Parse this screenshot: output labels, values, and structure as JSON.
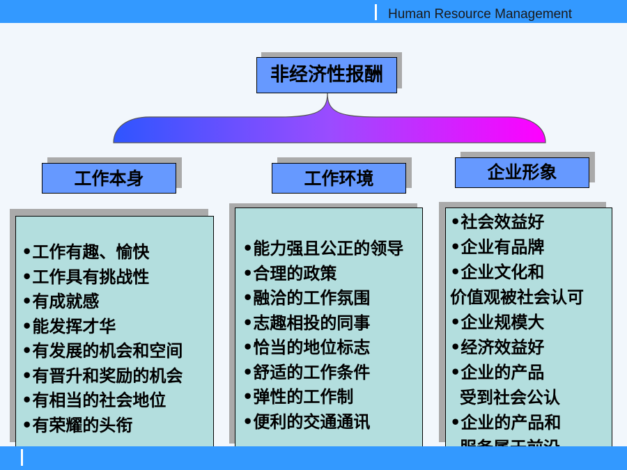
{
  "header": {
    "title": "Human Resource Management"
  },
  "root": {
    "label": "非经济性报酬"
  },
  "categories": [
    {
      "label": "工作本身",
      "items": [
        "•工作有趣、愉快",
        "•工作具有挑战性",
        "•有成就感",
        "•能发挥才华",
        "•有发展的机会和空间",
        "•有晋升和奖励的机会",
        "•有相当的社会地位",
        "•有荣耀的头衔"
      ]
    },
    {
      "label": "工作环境",
      "items": [
        "•能力强且公正的领导",
        "•合理的政策",
        "•融洽的工作氛围",
        "•志趣相投的同事",
        "•恰当的地位标志",
        "•舒适的工作条件",
        "•弹性的工作制",
        "•便利的交通通讯"
      ]
    },
    {
      "label": "企业形象",
      "items": [
        "•社会效益好",
        "•企业有品牌",
        "•企业文化和",
        "价值观被社会认可",
        "•企业规模大",
        "•经济效益好",
        "•企业的产品",
        "受到社会公认",
        "•企业的产品和",
        "服务属于前沿"
      ]
    }
  ],
  "colors": {
    "bar": "#3399ff",
    "box": "#6699ff",
    "panel": "#b3dede",
    "brace_start": "#3355ff",
    "brace_end": "#ff00ff"
  }
}
